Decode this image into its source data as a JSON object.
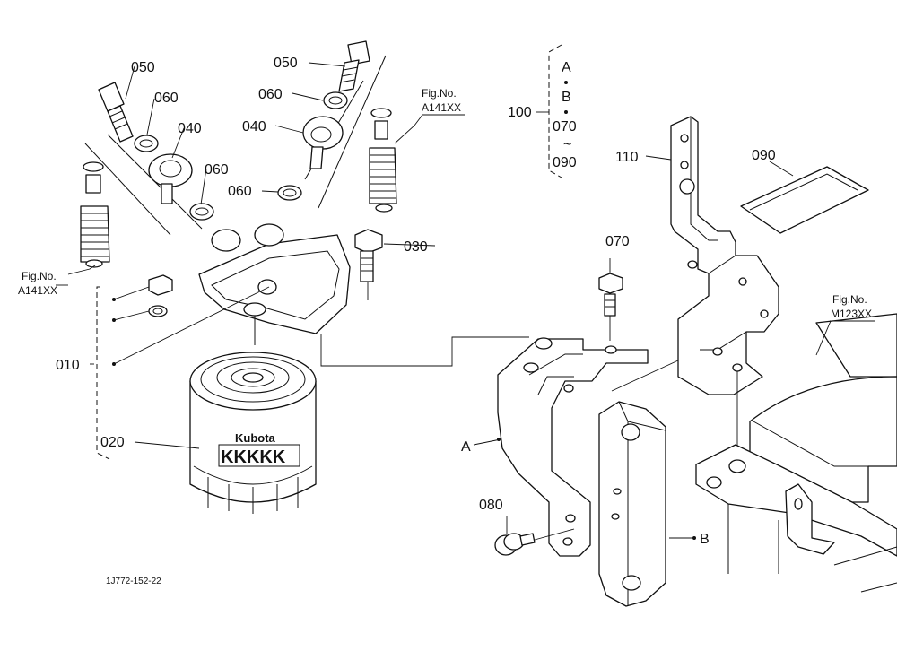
{
  "parts": {
    "p010": "010",
    "p020": "020",
    "p030": "030",
    "p040": "040",
    "p050": "050",
    "p060": "060",
    "p070": "070",
    "p080": "080",
    "p090": "090",
    "p100": "100",
    "p110": "110"
  },
  "assembly": {
    "a": "A",
    "b": "B",
    "range_from": "070",
    "range_sep": "~",
    "range_to": "090"
  },
  "refs": {
    "fig_no": "Fig.No.",
    "a141xx": "A141XX",
    "m123xx": "M123XX"
  },
  "filter_brand": "Kubota",
  "filter_logo": "KKKKK",
  "diagram_code": "1J772-152-22"
}
